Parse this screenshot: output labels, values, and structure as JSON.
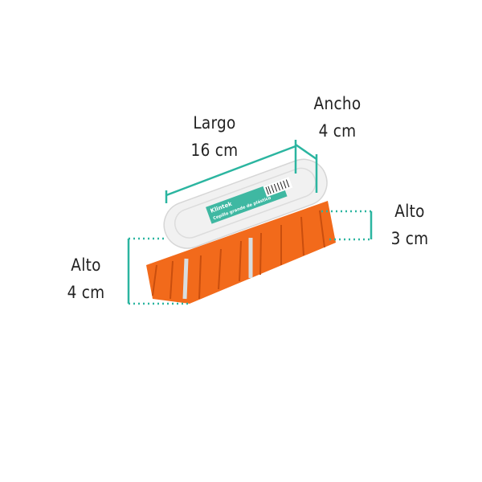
{
  "product": {
    "brand_logo_text": "Klintek",
    "label_text": "Cepillo grande de plástico"
  },
  "dimensions": {
    "length": {
      "label": "Largo",
      "value": "16 cm"
    },
    "width": {
      "label": "Ancho",
      "value": "4 cm"
    },
    "head_height": {
      "label": "Alto",
      "value": "3 cm"
    },
    "total_height": {
      "label": "Alto",
      "value": "4 cm"
    }
  },
  "colors": {
    "dimension_line": "#2bb5a0",
    "bristle_orange": "#f26a1b",
    "handle_white": "#f2f2f2",
    "label_teal": "#3fb8a2"
  }
}
